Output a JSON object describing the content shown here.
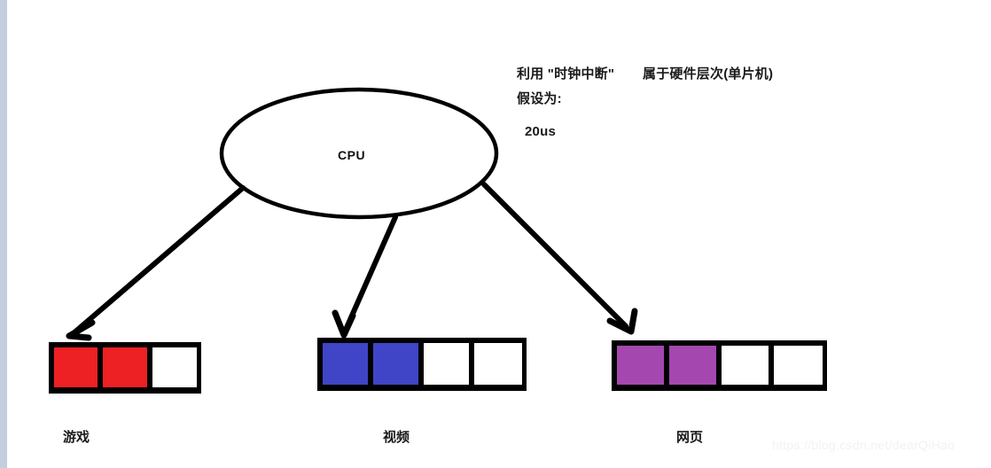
{
  "diagram": {
    "title_node": {
      "label": "CPU"
    },
    "notes": {
      "line1": "利用 \"时钟中断\"",
      "line1b": "属于硬件层次(单片机)",
      "line2": "假设为:",
      "line3": "20us"
    },
    "watermark": "https://blog.csdn.net/dearQiHao",
    "colors": {
      "red": "#ED2024",
      "blue": "#3F45C6",
      "purple": "#A448B0",
      "empty": "#FFFFFF",
      "stroke": "#000000",
      "gutter": "#C3CFDE"
    },
    "groups": [
      {
        "id": "game",
        "label": "游戏",
        "fill_color": "#ED2024",
        "total_cells": 3,
        "filled_cells": 2,
        "cells": [
          "#ED2024",
          "#ED2024",
          "#FFFFFF"
        ]
      },
      {
        "id": "video",
        "label": "视频",
        "fill_color": "#3F45C6",
        "total_cells": 4,
        "filled_cells": 2,
        "cells": [
          "#3F45C6",
          "#3F45C6",
          "#FFFFFF",
          "#FFFFFF"
        ]
      },
      {
        "id": "web",
        "label": "网页",
        "fill_color": "#A448B0",
        "total_cells": 4,
        "filled_cells": 2,
        "cells": [
          "#A448B0",
          "#A448B0",
          "#FFFFFF",
          "#FFFFFF"
        ]
      }
    ],
    "arrows": [
      {
        "from": "CPU",
        "to": "游戏"
      },
      {
        "from": "CPU",
        "to": "视频"
      },
      {
        "from": "CPU",
        "to": "网页"
      }
    ]
  }
}
